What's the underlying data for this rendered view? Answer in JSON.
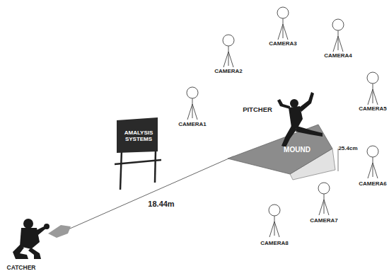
{
  "diagram": {
    "nodes": [
      {
        "text": [
          "AMALYSIS SYSTEMS"
        ]
      },
      {
        "text": [
          "MOUND"
        ]
      }
    ],
    "labels": [
      "CAMERA3",
      "CAMERA4",
      "CAMERA2",
      "CAMERA5",
      "CAMERA1",
      "PITCHER",
      "25.4cm",
      "CAMERA6",
      "CAMERA7",
      "CAMERA8",
      "18.44m",
      "CATCHER"
    ]
  }
}
